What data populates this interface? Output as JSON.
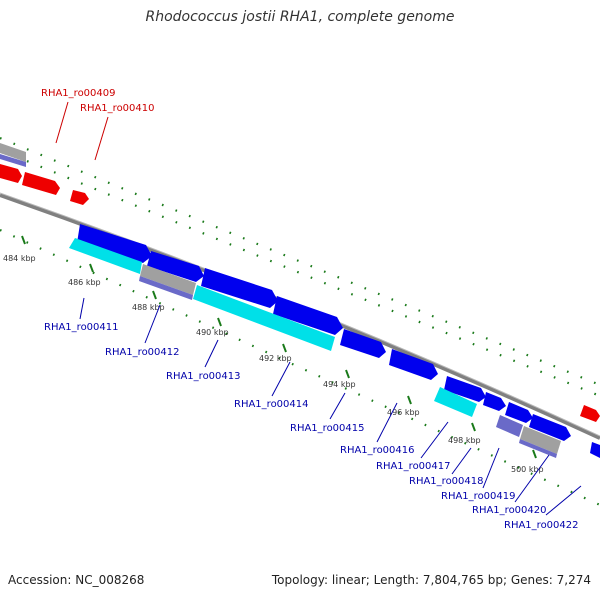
{
  "title": "Rhodococcus jostii RHA1, complete genome",
  "accession": "Accession: NC_008268",
  "topology": "Topology: linear; Length: 7,804,765 bp; Genes: 7,274",
  "colors": {
    "backbone": "#808080",
    "tick": "#1a7a1a",
    "forward_gene": "#0000ee",
    "reverse_gene": "#00e0e8",
    "highlight_gene": "#ee0000",
    "pseudo_gene": "#a0a0a0",
    "mixed_gene": "#6a6ac8",
    "label_blue": "#0000aa",
    "label_red": "#cc0000"
  },
  "kbp_ticks": [
    {
      "label": "484 kbp"
    },
    {
      "label": "486 kbp"
    },
    {
      "label": "488 kbp"
    },
    {
      "label": "490 kbp"
    },
    {
      "label": "492 kbp"
    },
    {
      "label": "494 kbp"
    },
    {
      "label": "496 kbp"
    },
    {
      "label": "498 kbp"
    },
    {
      "label": "500 kbp"
    }
  ],
  "gene_labels": [
    {
      "name": "RHA1_ro00409",
      "color": "red"
    },
    {
      "name": "RHA1_ro00410",
      "color": "red"
    },
    {
      "name": "RHA1_ro00411",
      "color": "blue"
    },
    {
      "name": "RHA1_ro00412",
      "color": "blue"
    },
    {
      "name": "RHA1_ro00413",
      "color": "blue"
    },
    {
      "name": "RHA1_ro00414",
      "color": "blue"
    },
    {
      "name": "RHA1_ro00415",
      "color": "blue"
    },
    {
      "name": "RHA1_ro00416",
      "color": "blue"
    },
    {
      "name": "RHA1_ro00417",
      "color": "blue"
    },
    {
      "name": "RHA1_ro00418",
      "color": "blue"
    },
    {
      "name": "RHA1_ro00419",
      "color": "blue"
    },
    {
      "name": "RHA1_ro00420",
      "color": "blue"
    },
    {
      "name": "RHA1_ro00422",
      "color": "blue"
    }
  ]
}
